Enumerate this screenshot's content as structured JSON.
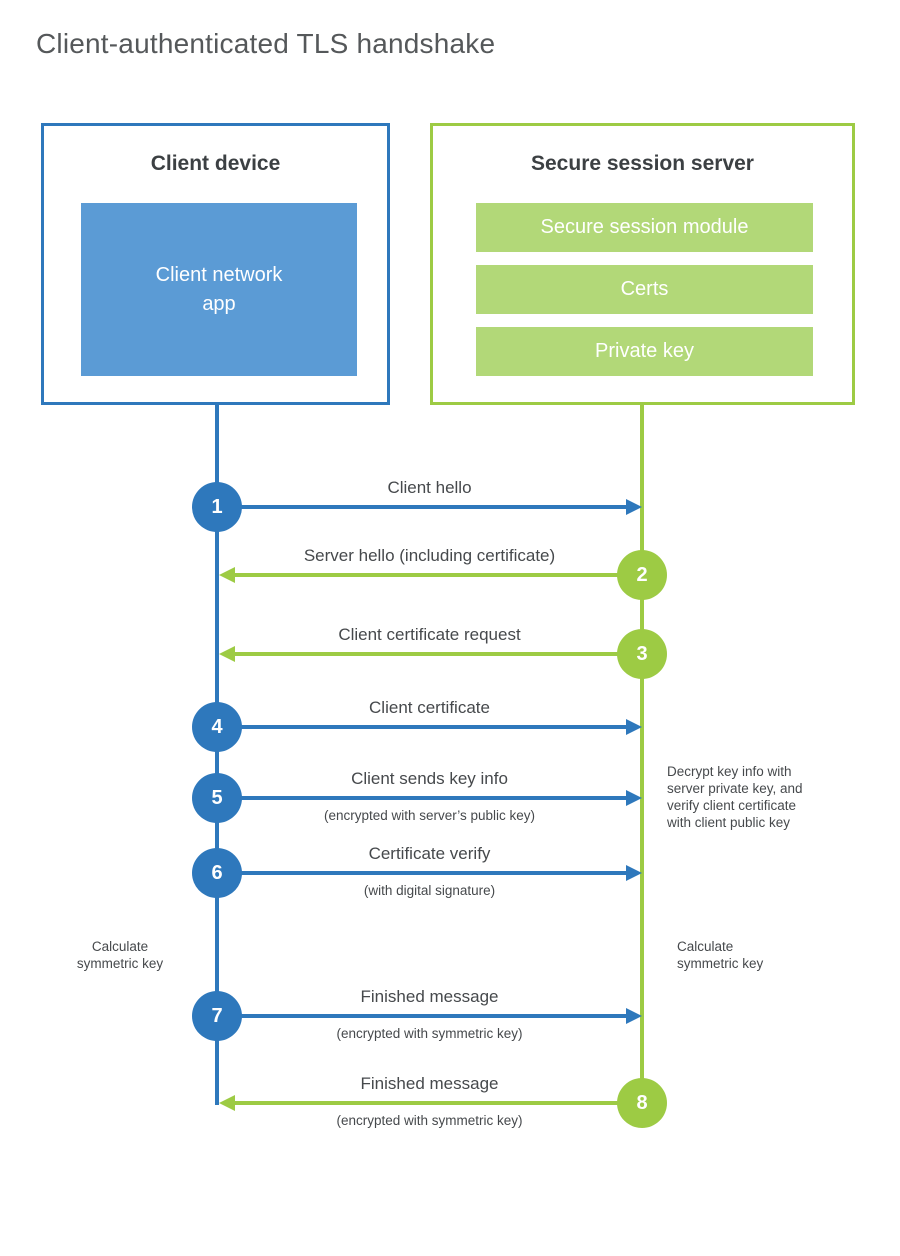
{
  "title": "Client-authenticated TLS handshake",
  "colors": {
    "client_blue": "#2E78BC",
    "client_blue_fill": "#5B9BD5",
    "server_green": "#9DCB44",
    "server_green_fill": "#B2D878",
    "heading_text": "#3C4043",
    "body_text": "#46494C",
    "title_text": "#55585A"
  },
  "client_box": {
    "title": "Client device",
    "app_label": "Client network\napp"
  },
  "server_box": {
    "title": "Secure session server",
    "modules": [
      "Secure session module",
      "Certs",
      "Private key"
    ]
  },
  "steps": [
    {
      "num": "1",
      "from": "client",
      "label": "Client hello",
      "sub": ""
    },
    {
      "num": "2",
      "from": "server",
      "label": "Server hello (including certificate)",
      "sub": ""
    },
    {
      "num": "3",
      "from": "server",
      "label": "Client certificate request",
      "sub": ""
    },
    {
      "num": "4",
      "from": "client",
      "label": "Client certificate",
      "sub": ""
    },
    {
      "num": "5",
      "from": "client",
      "label": "Client sends key info",
      "sub": "(encrypted with server’s public key)"
    },
    {
      "num": "6",
      "from": "client",
      "label": "Certificate verify",
      "sub": "(with digital signature)"
    },
    {
      "num": "7",
      "from": "client",
      "label": "Finished message",
      "sub": "(encrypted with symmetric key)"
    },
    {
      "num": "8",
      "from": "server",
      "label": "Finished message",
      "sub": "(encrypted with symmetric key)"
    }
  ],
  "notes": {
    "decrypt_note": "Decrypt key info with\nserver private key, and\nverify client certificate\nwith client public key",
    "calculate_left": "Calculate\nsymmetric key",
    "calculate_right": "Calculate\nsymmetric key"
  }
}
